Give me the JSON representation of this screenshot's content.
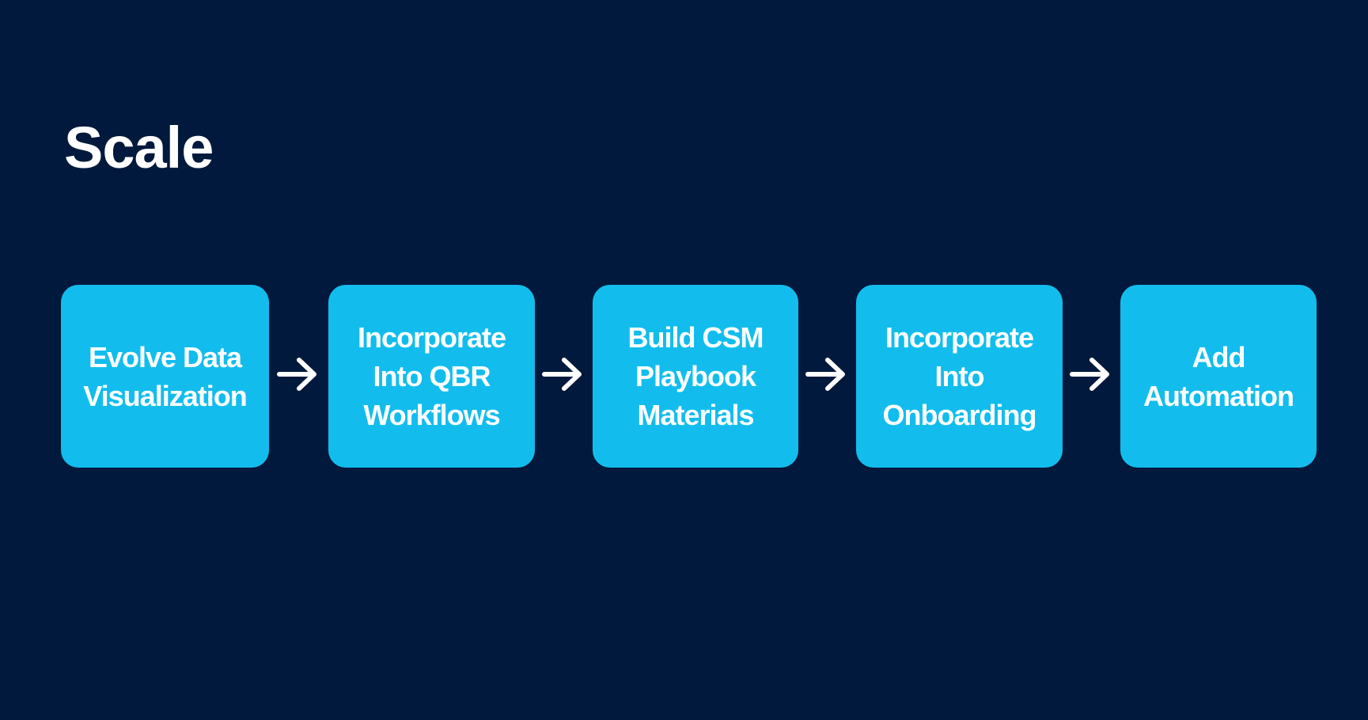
{
  "title": "Scale",
  "colors": {
    "background": "#01193c",
    "step_fill": "#12bdee",
    "text": "#ffffff",
    "arrow": "#ffffff"
  },
  "steps": [
    {
      "label": "Evolve Data\nVisualization"
    },
    {
      "label": "Incorporate\nInto QBR\nWorkflows"
    },
    {
      "label": "Build CSM\nPlaybook\nMaterials"
    },
    {
      "label": "Incorporate\nInto\nOnboarding"
    },
    {
      "label": "Add\nAutomation"
    }
  ],
  "connectors": [
    {
      "icon": "arrow-right-icon"
    },
    {
      "icon": "arrow-right-icon"
    },
    {
      "icon": "arrow-right-icon"
    },
    {
      "icon": "arrow-right-icon"
    }
  ]
}
